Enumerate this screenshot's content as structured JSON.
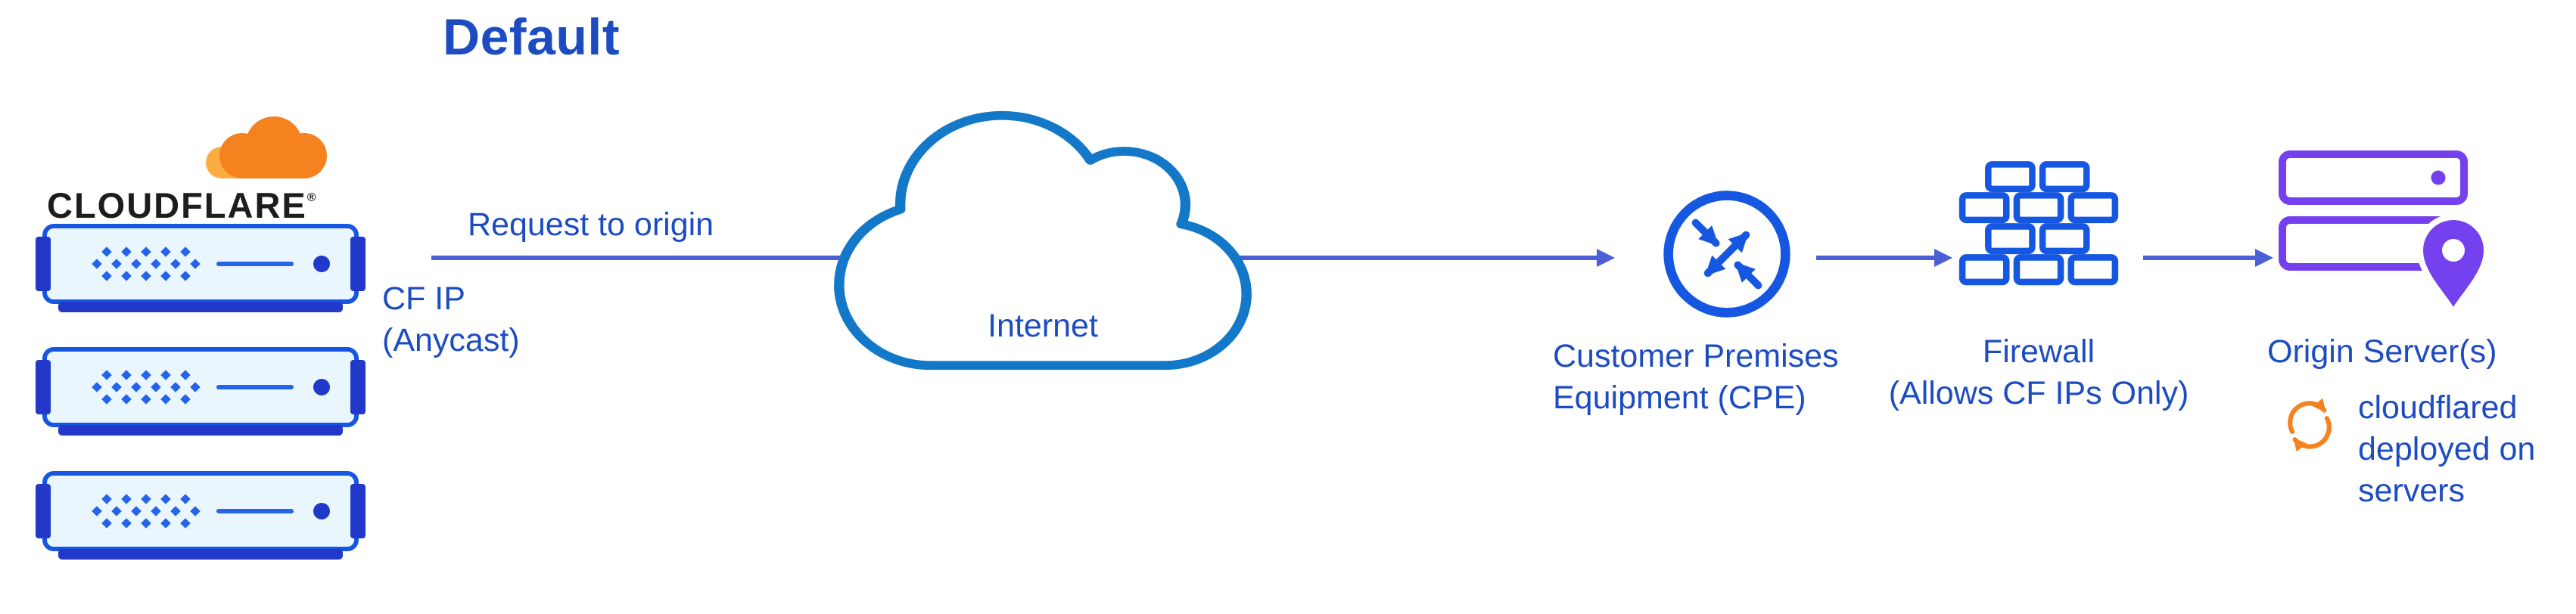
{
  "title": "Default",
  "colors": {
    "text-blue": "#1d4cc2",
    "arrow-blue": "#4c5fd7",
    "icon-blue": "#1657e2",
    "dark-blue": "#2138c9",
    "cloud-blue": "#1478c8",
    "dot-blue": "#2563eb",
    "server-fill": "#e9f6fd",
    "orange": "#f6821f",
    "orange-light": "#fbad41",
    "purple": "#7540ee",
    "wordmark-black": "#1d1d1d"
  },
  "cloudflare": {
    "wordmark": "CLOUDFLARE",
    "registered_mark": "®"
  },
  "edge": {
    "request_label": "Request to origin",
    "cf_ip_label": "CF IP\n(Anycast)"
  },
  "nodes": {
    "internet": {
      "label": "Internet"
    },
    "cpe": {
      "label": "Customer Premises\nEquipment (CPE)"
    },
    "firewall": {
      "label": "Firewall\n(Allows CF IPs Only)"
    },
    "origin": {
      "label": "Origin Server(s)"
    },
    "cloudflared": {
      "label": "cloudflared\ndeployed on\nservers"
    }
  }
}
